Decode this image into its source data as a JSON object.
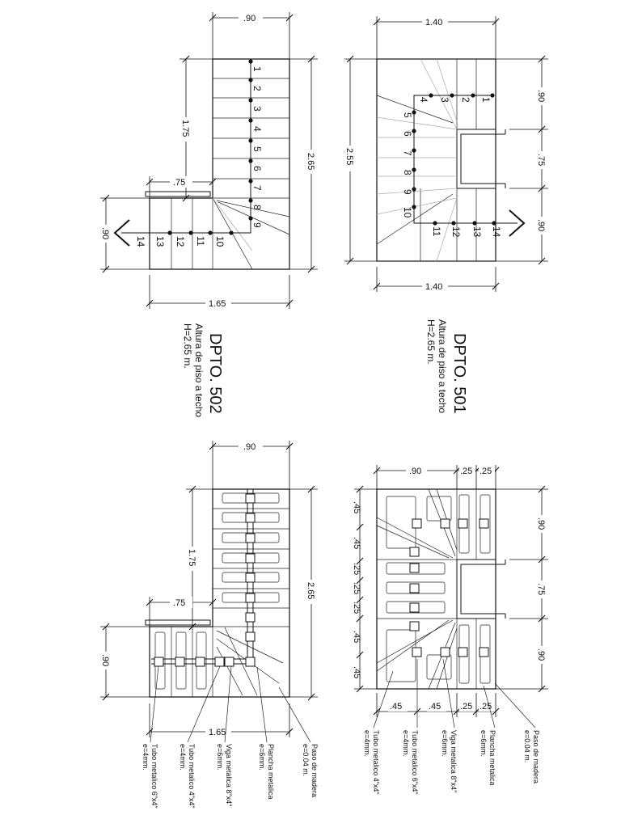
{
  "dpto502": {
    "title": "DPTO. 502",
    "subtitle": "Altura de piso a techo",
    "height": "H=2.65 m.",
    "dims": {
      "top": ".90",
      "left_upper": "1.75",
      "left_inner": ".75",
      "left_lower": ".90",
      "right": "2.65",
      "bottom": "1.65"
    },
    "steps": [
      "1",
      "2",
      "3",
      "4",
      "5",
      "6",
      "7",
      "8",
      "9",
      "10",
      "11",
      "12",
      "13",
      "14"
    ]
  },
  "dpto501": {
    "title": "DPTO. 501",
    "subtitle": "Altura de piso a techo",
    "height": "H=2.65 m.",
    "dims": {
      "top": "1.40",
      "left": "2.55",
      "bottom": "1.40",
      "right_a": ".90",
      "right_b": ".75",
      "right_c": ".90"
    },
    "steps": [
      "1",
      "2",
      "3",
      "4",
      "5",
      "6",
      "7",
      "8",
      "9",
      "10",
      "11",
      "12",
      "13",
      "14"
    ]
  },
  "struct502": {
    "dims": {
      "top": ".90",
      "left_upper": "1.75",
      "left_inner": ".75",
      "left_lower": ".90",
      "right": "2.65",
      "bottom": "1.65"
    },
    "notes": [
      {
        "l1": "Paso de madera",
        "l2": "e=0.04 m."
      },
      {
        "l1": "Plancha metalica",
        "l2": "e=6mm."
      },
      {
        "l1": "Viga metalica 8\"x4\"",
        "l2": "e=6mm."
      },
      {
        "l1": "Tubo metalico 4\"x4\"",
        "l2": "e=4mm."
      },
      {
        "l1": "Tubo metalico 6\"x4\"",
        "l2": "e=4mm."
      }
    ]
  },
  "struct501": {
    "dims": {
      "top": [
        ".90",
        ".25",
        ".25"
      ],
      "left": [
        ".45",
        ".45",
        ".25",
        ".25",
        ".25",
        ".45",
        ".45"
      ],
      "right": [
        ".90",
        ".75",
        ".90"
      ],
      "bottom": [
        ".45",
        ".45",
        ".25",
        ".25"
      ]
    },
    "notes": [
      {
        "l1": "Paso de madera",
        "l2": "e=0.04 m."
      },
      {
        "l1": "Plancha metalica",
        "l2": "e=6mm."
      },
      {
        "l1": "Viga metalica 8\"x4\"",
        "l2": "e=6mm."
      },
      {
        "l1": "Tubo metalico 6\"x4\"",
        "l2": "e=4mm."
      },
      {
        "l1": "Tubo metalico 4\"x4\"",
        "l2": "e=4mm."
      }
    ]
  }
}
